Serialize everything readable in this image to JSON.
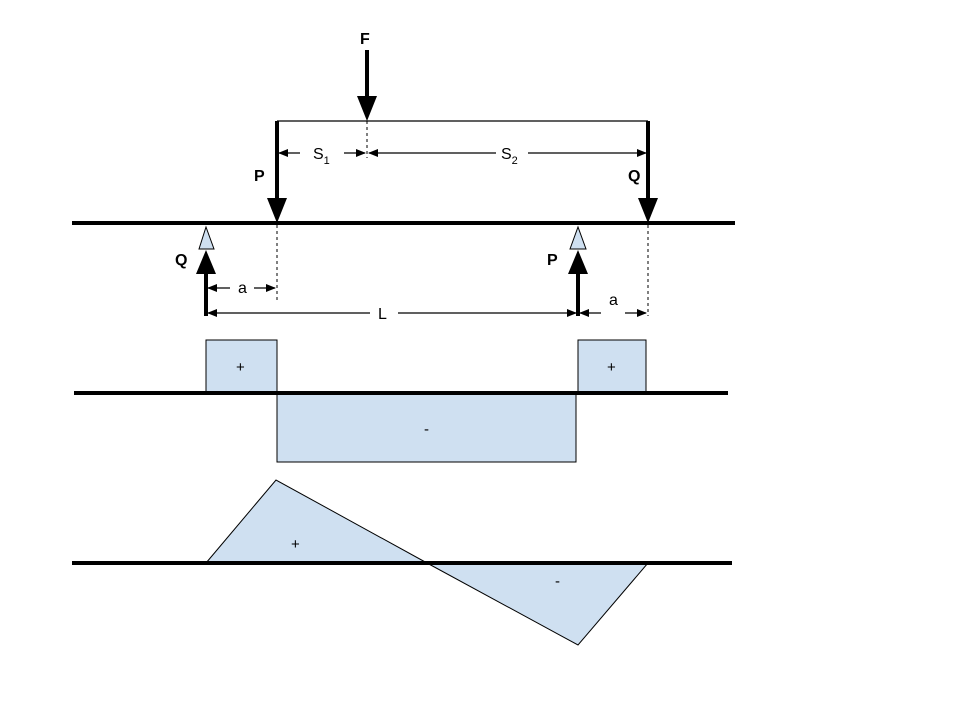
{
  "forces": {
    "F": "F",
    "P_top": "P",
    "Q_top": "Q",
    "Q_support": "Q",
    "P_support": "P"
  },
  "dimensions": {
    "s1": "S",
    "s1_sub": "1",
    "s2": "S",
    "s2_sub": "2",
    "a_left": "a",
    "a_right": "a",
    "L": "L"
  },
  "shear_diagram": {
    "left_sign": "+",
    "middle_sign": "-",
    "right_sign": "+"
  },
  "moment_diagram": {
    "positive_sign": "+",
    "negative_sign": "-"
  },
  "colors": {
    "diagram_fill": "#cfe0f1",
    "support_fill": "#cfe0f1",
    "line": "#000000"
  }
}
